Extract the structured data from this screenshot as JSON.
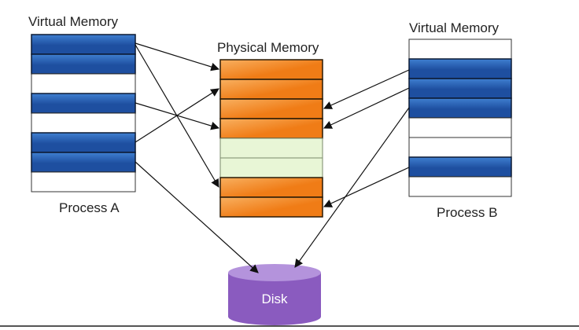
{
  "labels": {
    "virtual_memory_a": "Virtual Memory",
    "physical_memory": "Physical Memory",
    "virtual_memory_b": "Virtual Memory",
    "process_a": "Process A",
    "process_b": "Process B",
    "disk": "Disk"
  },
  "colors": {
    "virtual_mapped": "#1e4fa0",
    "virtual_mapped_highlight": "#3f7fd0",
    "virtual_empty": "#ffffff",
    "physical_used": "#f07c16",
    "physical_used_highlight": "#f8b060",
    "physical_free": "#e8f6d6",
    "disk_body": "#8a5bbf",
    "disk_top": "#b493dc",
    "arrow": "#111111"
  },
  "process_a_pages": [
    "mapped",
    "mapped",
    "empty",
    "mapped",
    "empty",
    "mapped",
    "mapped",
    "empty"
  ],
  "physical_frames": [
    "used",
    "used",
    "used",
    "used",
    "free",
    "free",
    "used",
    "used"
  ],
  "process_b_pages": [
    "empty",
    "mapped",
    "mapped",
    "mapped",
    "empty",
    "empty",
    "mapped",
    "empty"
  ]
}
